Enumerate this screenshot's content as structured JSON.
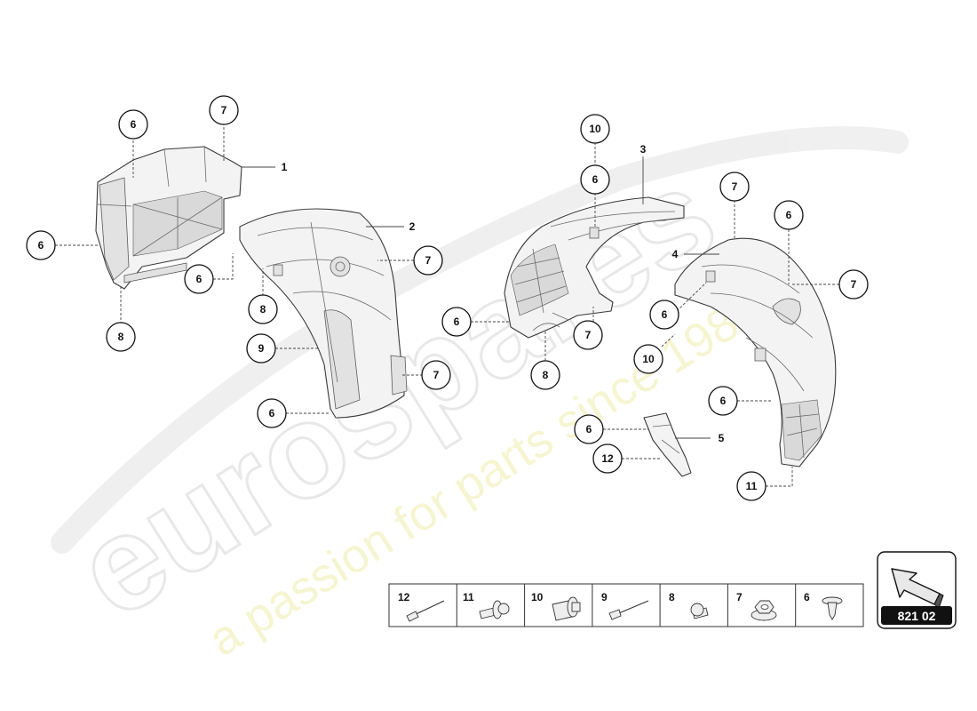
{
  "watermark": {
    "brand": "eurospares",
    "tagline": "a passion for parts since 1985"
  },
  "callouts": {
    "c1": "6",
    "c2": "7",
    "c3": "1",
    "c4": "6",
    "c5": "6",
    "c6": "8",
    "c7": "2",
    "c8": "7",
    "c9": "8",
    "c10": "9",
    "c11": "7",
    "c12": "6",
    "c13": "10",
    "c14": "3",
    "c15": "6",
    "c16": "7",
    "c17": "4",
    "c18": "6",
    "c19": "7",
    "c20": "6",
    "c21": "10",
    "c22": "6",
    "c23": "7",
    "c24": "8",
    "c25": "6",
    "c26": "5",
    "c27": "12",
    "c28": "6",
    "c29": "11"
  },
  "hardware_legend": [
    {
      "number": "12",
      "icon": "rivet-icon"
    },
    {
      "number": "11",
      "icon": "screw-washer-icon"
    },
    {
      "number": "10",
      "icon": "expanding-nut-icon"
    },
    {
      "number": "9",
      "icon": "rivet-icon"
    },
    {
      "number": "8",
      "icon": "bolt-icon"
    },
    {
      "number": "7",
      "icon": "flange-nut-icon"
    },
    {
      "number": "6",
      "icon": "push-clip-icon"
    }
  ],
  "diagram_ref": {
    "number": "821 02",
    "icon": "arrow-icon"
  }
}
